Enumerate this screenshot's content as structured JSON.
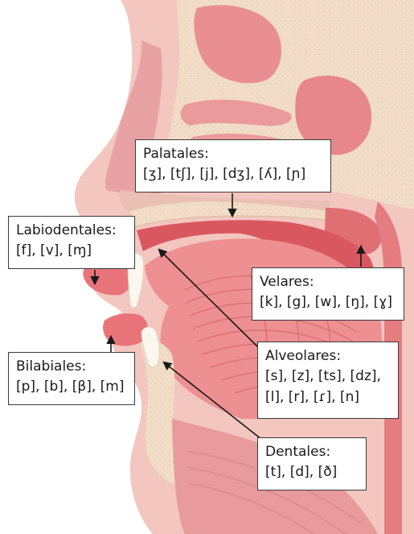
{
  "labels": {
    "palatales": {
      "title": "Palatales:",
      "sounds": "[ʒ], [tʃ], [j], [dʒ], [ʎ], [ɲ]"
    },
    "labiodentales": {
      "title": "Labiodentales:",
      "sounds": "[f], [v], [ɱ]"
    },
    "velares": {
      "title": "Velares:",
      "sounds": "[k], [g], [w], [ŋ], [ɣ]"
    },
    "alveolares": {
      "title": "Alveolares:",
      "sounds_line1": "[s], [z], [ts], [dz],",
      "sounds_line2": "[l], [r], [ɾ], [n]"
    },
    "bilabiales": {
      "title": "Bilabiales:",
      "sounds": "[p], [b], [β], [m]"
    },
    "dentales": {
      "title": "Dentales:",
      "sounds": "[t], [d], [ð]"
    }
  },
  "colors": {
    "skin": "#f3c6c0",
    "bone": "#f1ddc8",
    "cavity": "#e58e93",
    "tissue": "#e67679",
    "tongue": "#ee8f92",
    "tongue_lines": "#d86b6f",
    "lips": "#e8747a",
    "teeth": "#fbf7ee",
    "arrow": "#1a1a1a",
    "box_border": "#3a3a3a"
  }
}
